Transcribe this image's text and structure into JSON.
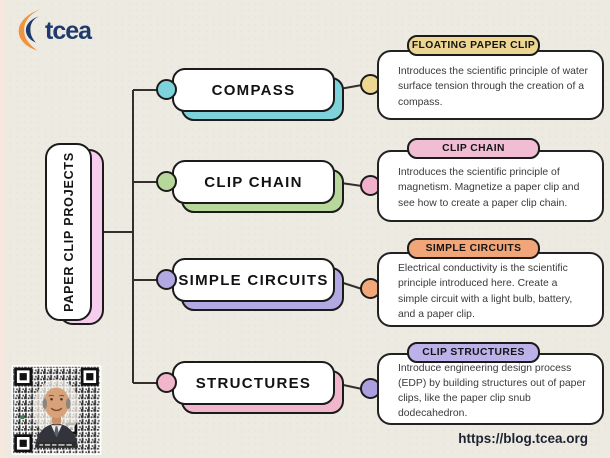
{
  "logo": {
    "text": "tcea"
  },
  "root": {
    "label": "PAPER CLIP PROJECTS",
    "shadow_color": "#f6cdee"
  },
  "branches": [
    {
      "label": "COMPASS",
      "badge": "FLOATING PAPER CLIP",
      "description": "Introduces the scientific principle of water surface tension through the creation of a compass.",
      "node_color": "#7ed3da",
      "right_dot_color": "#edd592",
      "badge_color": "#edd592"
    },
    {
      "label": "CLIP CHAIN",
      "badge": "CLIP CHAIN",
      "description": "Introduces the scientific principle of magnetism. Magnetize a paper clip and see how to create a paper clip chain.",
      "node_color": "#b7d79b",
      "right_dot_color": "#f0b1ca",
      "badge_color": "#f1bdd3"
    },
    {
      "label": "SIMPLE CIRCUITS",
      "badge": "SIMPLE CIRCUITS",
      "description": "Electrical conductivity is the scientific principle introduced here. Create a simple circuit with a light bulb, battery, and a paper clip.",
      "node_color": "#b2a8e2",
      "right_dot_color": "#f2a878",
      "badge_color": "#f0a679"
    },
    {
      "label": "STRUCTURES",
      "badge": "CLIP STRUCTURES",
      "description": "Introduce engineering design process (EDP) by building structures out of paper clips, like the paper clip snub dodecahedron.",
      "node_color": "#f1b6cb",
      "right_dot_color": "#ab9fe0",
      "badge_color": "#bcb1e8"
    }
  ],
  "footer": {
    "url": "https://blog.tcea.org"
  }
}
